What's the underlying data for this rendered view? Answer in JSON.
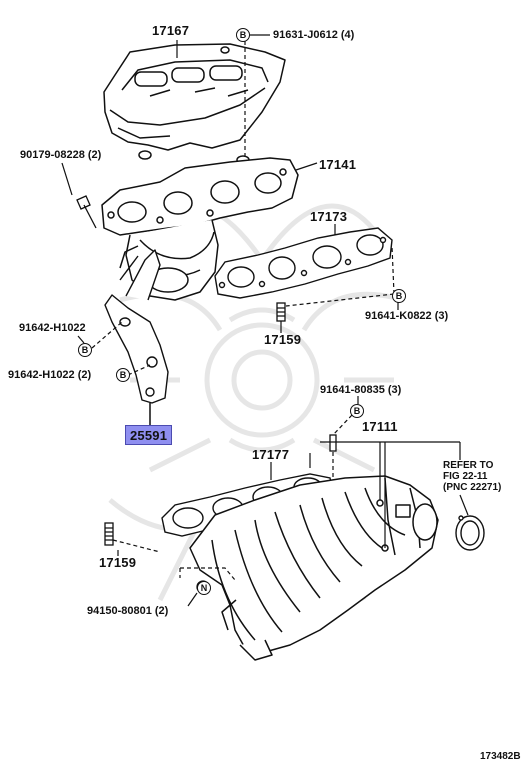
{
  "parts": {
    "heat_insulator": "17167",
    "insulator_bolt": "91631-J0612 (4)",
    "exhaust_gasket_bolt": "90179-08228 (2)",
    "exhaust_manifold": "17141",
    "exhaust_gasket": "17173",
    "exhaust_stud_bolt": "91641-K0822 (3)",
    "bracket_bolt_upper": "91642-H1022",
    "bracket_bolt_lower": "91642-H1022 (2)",
    "exhaust_stud": "17159",
    "bracket": "25591",
    "intake_bolt": "91641-80835 (3)",
    "intake_manifold": "17111",
    "intake_gasket": "17177",
    "intake_stud": "17159",
    "intake_nut": "94150-80801 (2)"
  },
  "badges": {
    "b": "B",
    "n": "N"
  },
  "reference": {
    "line1": "REFER TO",
    "line2": "FIG 22-11",
    "line3": "(PNC 22271)"
  },
  "figure_code": "173482B",
  "colors": {
    "highlight": "#8f8ff0",
    "ink": "#111111",
    "watermark": "#e8e8e8"
  }
}
